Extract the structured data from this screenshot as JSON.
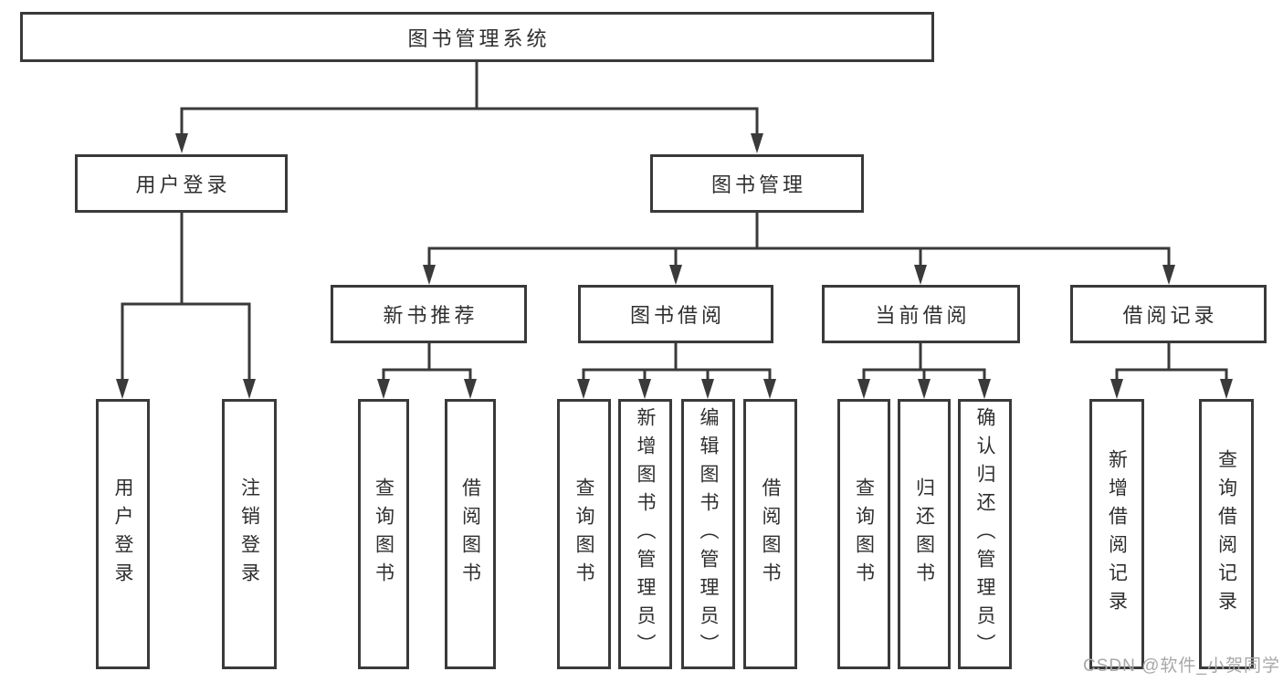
{
  "diagram_title": "图书管理系统",
  "tree": {
    "label": "图书管理系统",
    "children": [
      {
        "label": "用户登录",
        "children": [
          {
            "label": "用户登录"
          },
          {
            "label": "注销登录"
          }
        ]
      },
      {
        "label": "图书管理",
        "children": [
          {
            "label": "新书推荐",
            "children": [
              {
                "label": "查询图书"
              },
              {
                "label": "借阅图书"
              }
            ]
          },
          {
            "label": "图书借阅",
            "children": [
              {
                "label": "查询图书"
              },
              {
                "label": "新增图书（管理员）"
              },
              {
                "label": "编辑图书（管理员）"
              },
              {
                "label": "借阅图书"
              }
            ]
          },
          {
            "label": "当前借阅",
            "children": [
              {
                "label": "查询图书"
              },
              {
                "label": "归还图书"
              },
              {
                "label": "确认归还（管理员）"
              }
            ]
          },
          {
            "label": "借阅记录",
            "children": [
              {
                "label": "新增借阅记录"
              },
              {
                "label": "查询借阅记录"
              }
            ]
          }
        ]
      }
    ]
  },
  "watermark": {
    "text": "CSDN @软件_小贺同学"
  },
  "colors": {
    "line": "#3a3a3a",
    "box_border": "#3a3a3a",
    "text": "#2f2f2f",
    "watermark": "#a8a8a8",
    "background": "#ffffff"
  }
}
